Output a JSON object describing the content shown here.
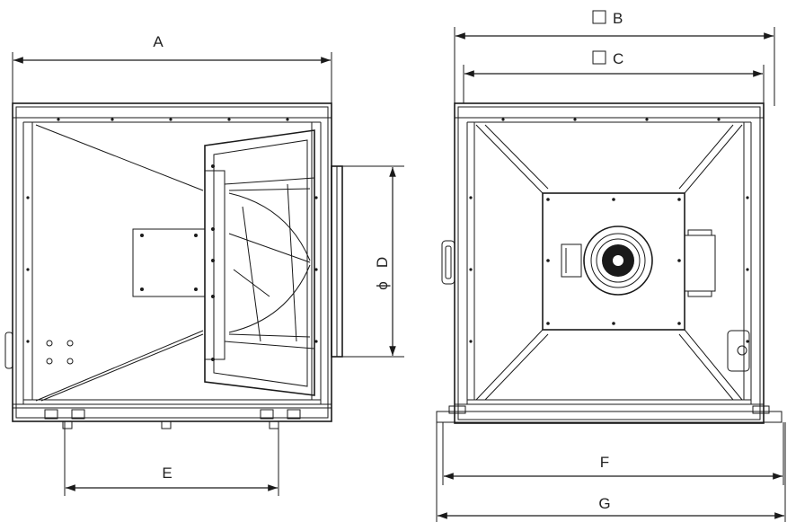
{
  "labels": {
    "a": "A",
    "b": "B",
    "c": "C",
    "d": "D",
    "d_symbol": "ϕ",
    "e": "E",
    "f": "F",
    "g": "G"
  },
  "colors": {
    "line": "#1a1a1a",
    "background": "#ffffff"
  }
}
